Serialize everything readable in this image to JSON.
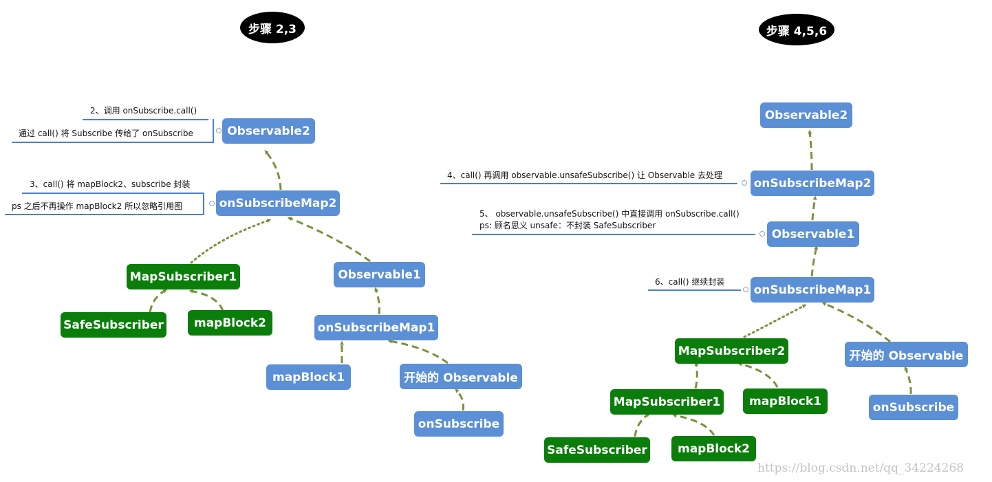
{
  "badges": {
    "left": "步骤 2,3",
    "right": "步骤 4,5,6"
  },
  "left": {
    "observable2": "Observable2",
    "onSubscribeMap2": "onSubscribeMap2",
    "mapSubscriber1": "MapSubscriber1",
    "safeSubscriber": "SafeSubscriber",
    "mapBlock2": "mapBlock2",
    "observable1": "Observable1",
    "onSubscribeMap1": "onSubscribeMap1",
    "mapBlock1": "mapBlock1",
    "startObservable": "开始的 Observable",
    "onSubscribe": "onSubscribe",
    "note_step2": "2、调用 onSubscribe.call()",
    "note_step2_detail": "通过 call() 将 Subscribe 传给了 onSubscribe",
    "note_step3": "3、call() 将 mapBlock2、subscribe 封装",
    "note_step3_ps": "ps 之后不再操作 mapBlock2 所以忽略引用图"
  },
  "right": {
    "observable2": "Observable2",
    "onSubscribeMap2": "onSubscribeMap2",
    "observable1": "Observable1",
    "onSubscribeMap1": "onSubscribeMap1",
    "mapSubscriber2": "MapSubscriber2",
    "mapSubscriber1": "MapSubscriber1",
    "mapBlock1": "mapBlock1",
    "safeSubscriber": "SafeSubscriber",
    "mapBlock2": "mapBlock2",
    "startObservable": "开始的 Observable",
    "onSubscribe": "onSubscribe",
    "note_step4": "4、call() 再调用 observable.unsafeSubscribe() 让 Observable 去处理",
    "note_step5": "5、 observable.unsafeSubscribe() 中直接调用 onSubscribe.call()",
    "note_step5_ps": "ps: 顾名思义 unsafe：不封装 SafeSubscriber",
    "note_step6": "6、call() 继续封装"
  },
  "colors": {
    "blue": "#5b8fd6",
    "green": "#0a7d0a",
    "edge": "#77933c",
    "badge": "#000000"
  },
  "watermark": "https://blog.csdn.net/qq_34224268"
}
